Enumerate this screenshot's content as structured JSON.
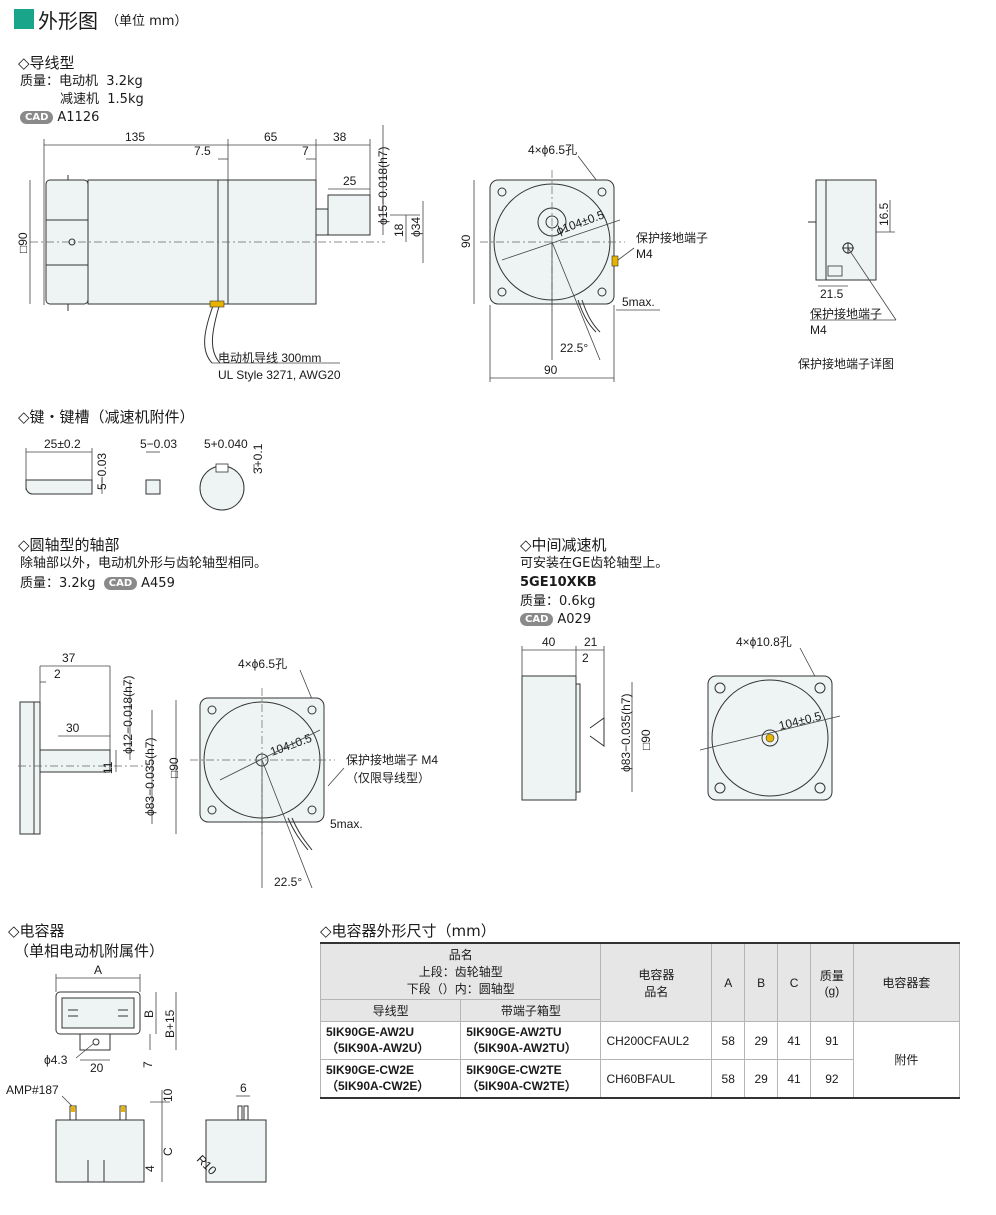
{
  "header": {
    "title": "外形图",
    "unit": "（单位 mm）"
  },
  "lead": {
    "heading": "◇导线型",
    "mass_label": "质量：",
    "motor_label": "电动机",
    "motor_mass": "3.2kg",
    "gear_label": "减速机",
    "gear_mass": "1.5kg",
    "cad_badge": "CAD",
    "cad_code": "A1126",
    "dims": {
      "len135": "135",
      "len65": "65",
      "len38": "38",
      "len7_5": "7.5",
      "len7": "7",
      "len25": "25",
      "shaft15": "ϕ15−0.018(h7)",
      "flange34": "ϕ34",
      "len18": "18",
      "sq90": "□90",
      "holes": "4×ϕ6.5孔",
      "pcd": "ϕ104±0.5",
      "ground": "保护接地端子",
      "ground_m4": "M4",
      "five_max": "5max.",
      "angle": "22.5°",
      "front90w": "90",
      "front90h": "90",
      "wire_label": "电动机导线 300mm",
      "wire_spec": "UL Style 3271, AWG20",
      "detail16_5": "16.5",
      "detail21_5": "21.5",
      "detail_ground": "保护接地端子",
      "detail_m4": "M4",
      "detail_caption": "保护接地端子详图"
    }
  },
  "key": {
    "heading": "◇键・键槽（减速机附件）",
    "d25": "25±0.2",
    "d5a": "5−0.03",
    "d5b": "5−0.03",
    "d5c": "5+0.040",
    "d3": "3+0.1"
  },
  "round": {
    "heading": "◇圆轴型的轴部",
    "desc": "除轴部以外，电动机外形与齿轮轴型相同。",
    "mass_label": "质量：",
    "mass": "3.2kg",
    "cad_badge": "CAD",
    "cad_code": "A459",
    "dims": {
      "d37": "37",
      "d2": "2",
      "d30": "30",
      "shaft12": "ϕ12−0.018(h7)",
      "d11": "11",
      "pilot83": "ϕ83−0.035(h7)",
      "sq90": "□90",
      "holes": "4×ϕ6.5孔",
      "pcd": "104±0.5",
      "ground": "保护接地端子 M4",
      "ground_note": "（仅限导线型）",
      "five_max": "5max.",
      "angle": "22.5°"
    }
  },
  "mid": {
    "heading": "◇中间减速机",
    "desc": "可安装在GE齿轮轴型上。",
    "model": "5GE10XKB",
    "mass_label": "质量：",
    "mass": "0.6kg",
    "cad_badge": "CAD",
    "cad_code": "A029",
    "dims": {
      "d40": "40",
      "d21": "21",
      "d2": "2",
      "pilot83": "ϕ83−0.035(h7)",
      "sq90": "□90",
      "holes": "4×ϕ10.8孔",
      "pcd": "104±0.5"
    }
  },
  "capacitor": {
    "heading": "◇电容器",
    "sub": "（单相电动机附属件）",
    "dims": {
      "A": "A",
      "B": "B",
      "B15": "B+15",
      "d4_3": "ϕ4.3",
      "d20": "20",
      "d7": "7",
      "amp": "AMP#187",
      "d10": "10",
      "C": "C",
      "d4": "4",
      "d6": "6",
      "r10": "R10"
    }
  },
  "cap_table": {
    "heading": "◇电容器外形尺寸（mm）",
    "head_product": "品名",
    "head_upper": "上段：齿轮轴型",
    "head_lower": "下段（）内：圆轴型",
    "head_lead": "导线型",
    "head_term": "带端子箱型",
    "head_cap": "电容器",
    "head_cap2": "品名",
    "head_A": "A",
    "head_B": "B",
    "head_C": "C",
    "head_mass": "质量",
    "head_mass_unit": "(g)",
    "head_set": "电容器套",
    "rows": [
      {
        "lead1": "5IK90GE-AW2U",
        "lead2": "（5IK90A-AW2U）",
        "term1": "5IK90GE-AW2TU",
        "term2": "（5IK90A-AW2TU）",
        "cap": "CH200CFAUL2",
        "A": "58",
        "B": "29",
        "C": "41",
        "mass": "91"
      },
      {
        "lead1": "5IK90GE-CW2E",
        "lead2": "（5IK90A-CW2E）",
        "term1": "5IK90GE-CW2TE",
        "term2": "（5IK90A-CW2TE）",
        "cap": "CH60BFAUL",
        "A": "58",
        "B": "29",
        "C": "41",
        "mass": "92"
      }
    ],
    "set_value": "附件"
  }
}
